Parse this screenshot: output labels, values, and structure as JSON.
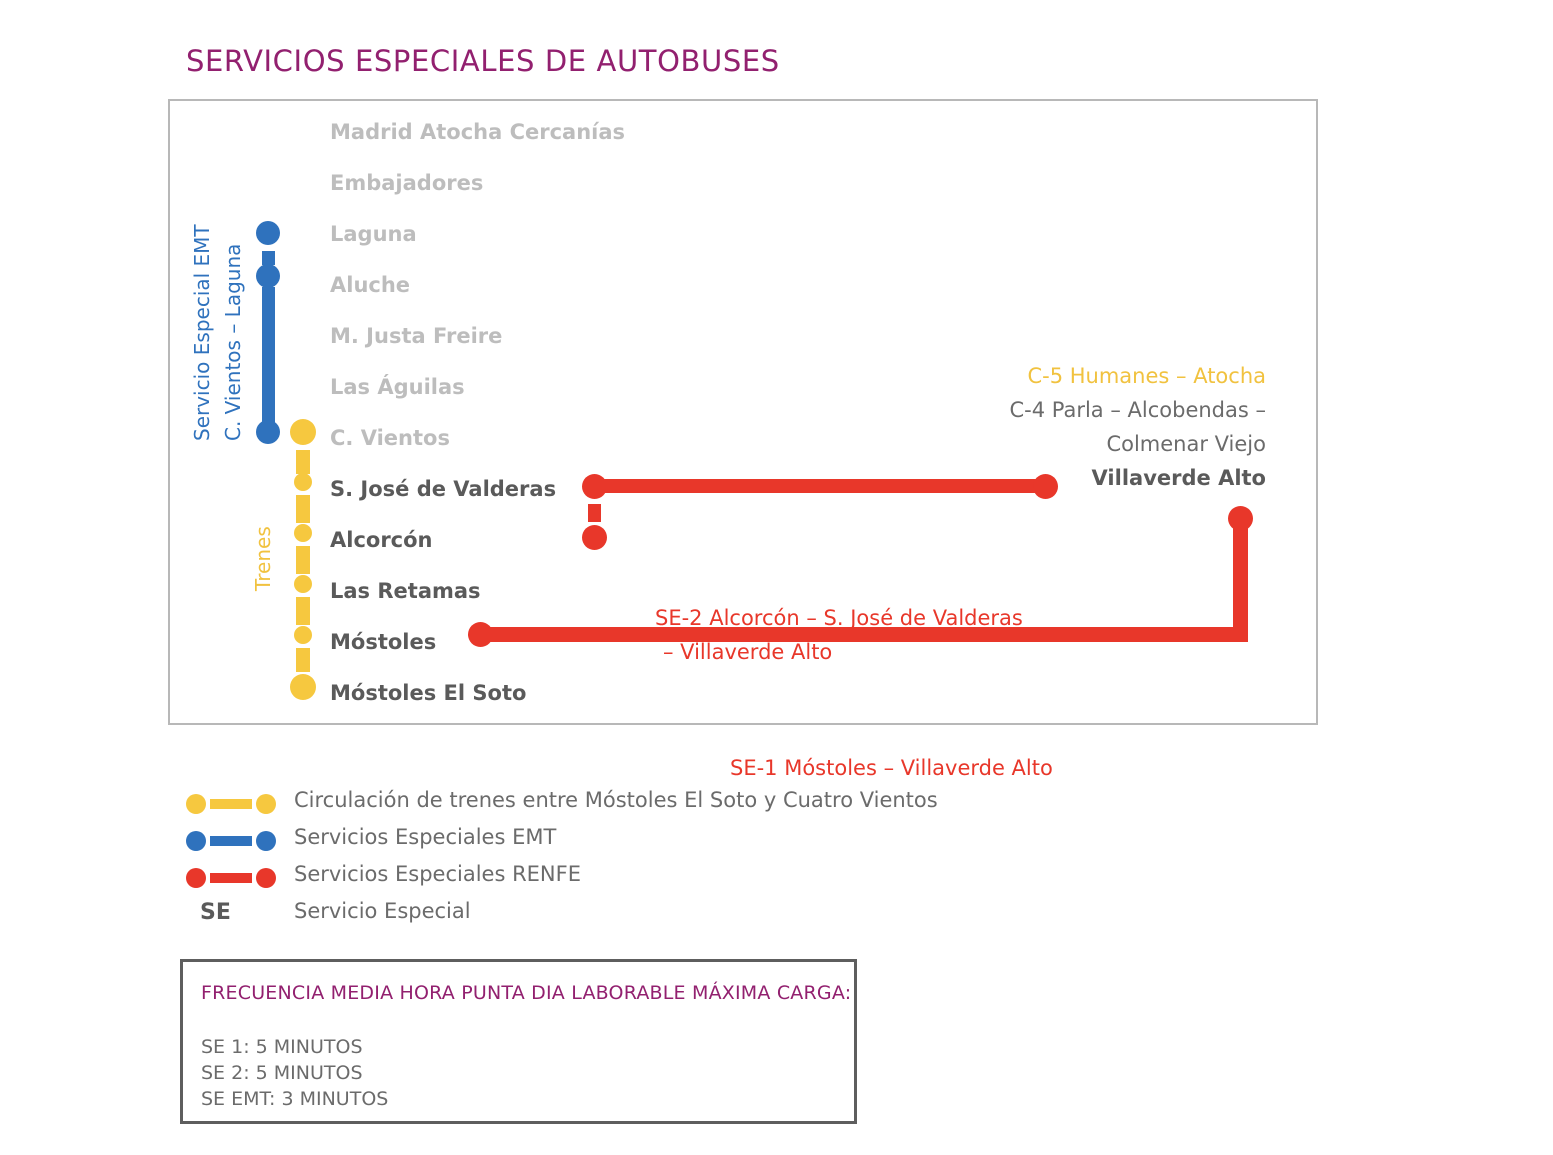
{
  "title": "SERVICIOS ESPECIALES DE AUTOBUSES",
  "colors": {
    "title_purple": "#92206f",
    "trains_yellow": "#f6c83f",
    "emt_blue": "#2f72bd",
    "renfe_red": "#e8372a",
    "station_dim": "#bdbdbd",
    "station_strong": "#5a5a5a",
    "panel_border": "#b8b8b8",
    "box_border": "#5e5e5e"
  },
  "diagram": {
    "stations": [
      {
        "name": "Madrid Atocha Cercanías",
        "emphasis": "dim"
      },
      {
        "name": "Embajadores",
        "emphasis": "dim"
      },
      {
        "name": "Laguna",
        "emphasis": "dim"
      },
      {
        "name": "Aluche",
        "emphasis": "dim"
      },
      {
        "name": "M. Justa Freire",
        "emphasis": "dim"
      },
      {
        "name": "Las Águilas",
        "emphasis": "dim"
      },
      {
        "name": "C. Vientos",
        "emphasis": "dim"
      },
      {
        "name": "S. José de Valderas",
        "emphasis": "strong"
      },
      {
        "name": "Alcorcón",
        "emphasis": "strong"
      },
      {
        "name": "Las Retamas",
        "emphasis": "strong"
      },
      {
        "name": "Móstoles",
        "emphasis": "strong"
      },
      {
        "name": "Móstoles El Soto",
        "emphasis": "strong"
      }
    ],
    "emt_line": {
      "label_line1": "Servicio Especial EMT",
      "label_line2": "C. Vientos – Laguna",
      "color": "#2f72bd",
      "from": "Laguna",
      "to": "C. Vientos"
    },
    "train_line": {
      "label": "Trenes",
      "color": "#f6c83f",
      "from": "C. Vientos",
      "to": "Móstoles El Soto"
    },
    "renfe_routes": [
      {
        "code": "SE-2",
        "caption_line1": "SE-2 Alcorcón – S. José de Valderas",
        "caption_line2": "– Villaverde Alto",
        "color": "#e8372a"
      },
      {
        "code": "SE-1",
        "caption_line1": "SE-1 Móstoles – Villaverde Alto",
        "color": "#e8372a"
      }
    ],
    "right_labels": [
      {
        "text": "C-5 Humanes – Atocha",
        "style": "gold"
      },
      {
        "text": "C-4 Parla – Alcobendas –",
        "style": "gray"
      },
      {
        "text": "Colmenar Viejo",
        "style": "gray"
      },
      {
        "text": "Villaverde Alto",
        "style": "bold-gray"
      }
    ]
  },
  "legend": {
    "items": [
      {
        "marker": "yellow-line-marker",
        "label": "Circulación de trenes entre Móstoles El Soto y Cuatro Vientos",
        "color": "#f6c83f"
      },
      {
        "marker": "blue-line-marker",
        "label": "Servicios Especiales EMT",
        "color": "#2f72bd"
      },
      {
        "marker": "red-line-marker",
        "label": "Servicios Especiales RENFE",
        "color": "#e8372a"
      },
      {
        "marker": "se-text-marker",
        "marker_text": "SE",
        "label": "Servicio Especial",
        "color": "#5a5a5a"
      }
    ]
  },
  "frequency_box": {
    "title": "FRECUENCIA MEDIA HORA PUNTA DIA LABORABLE MÁXIMA CARGA:",
    "lines": [
      "SE 1: 5 MINUTOS",
      "SE 2: 5 MINUTOS",
      "SE EMT: 3 MINUTOS"
    ]
  }
}
